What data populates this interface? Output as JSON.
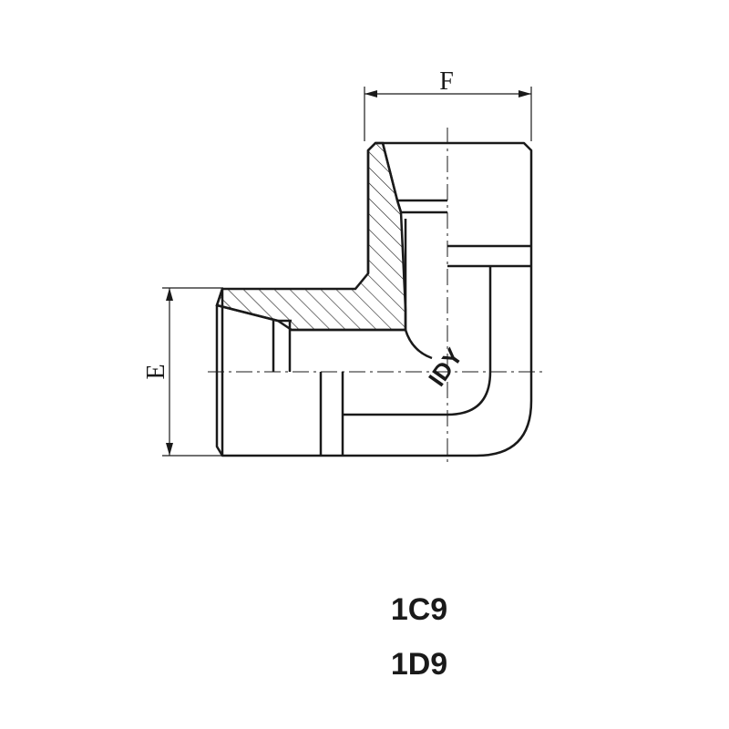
{
  "dimensions": {
    "width_label": "F",
    "height_label": "E"
  },
  "logo_text": "IDY",
  "part_codes": [
    "1C9",
    "1D9"
  ],
  "colors": {
    "line": "#1a1a1a",
    "background": "#ffffff"
  }
}
